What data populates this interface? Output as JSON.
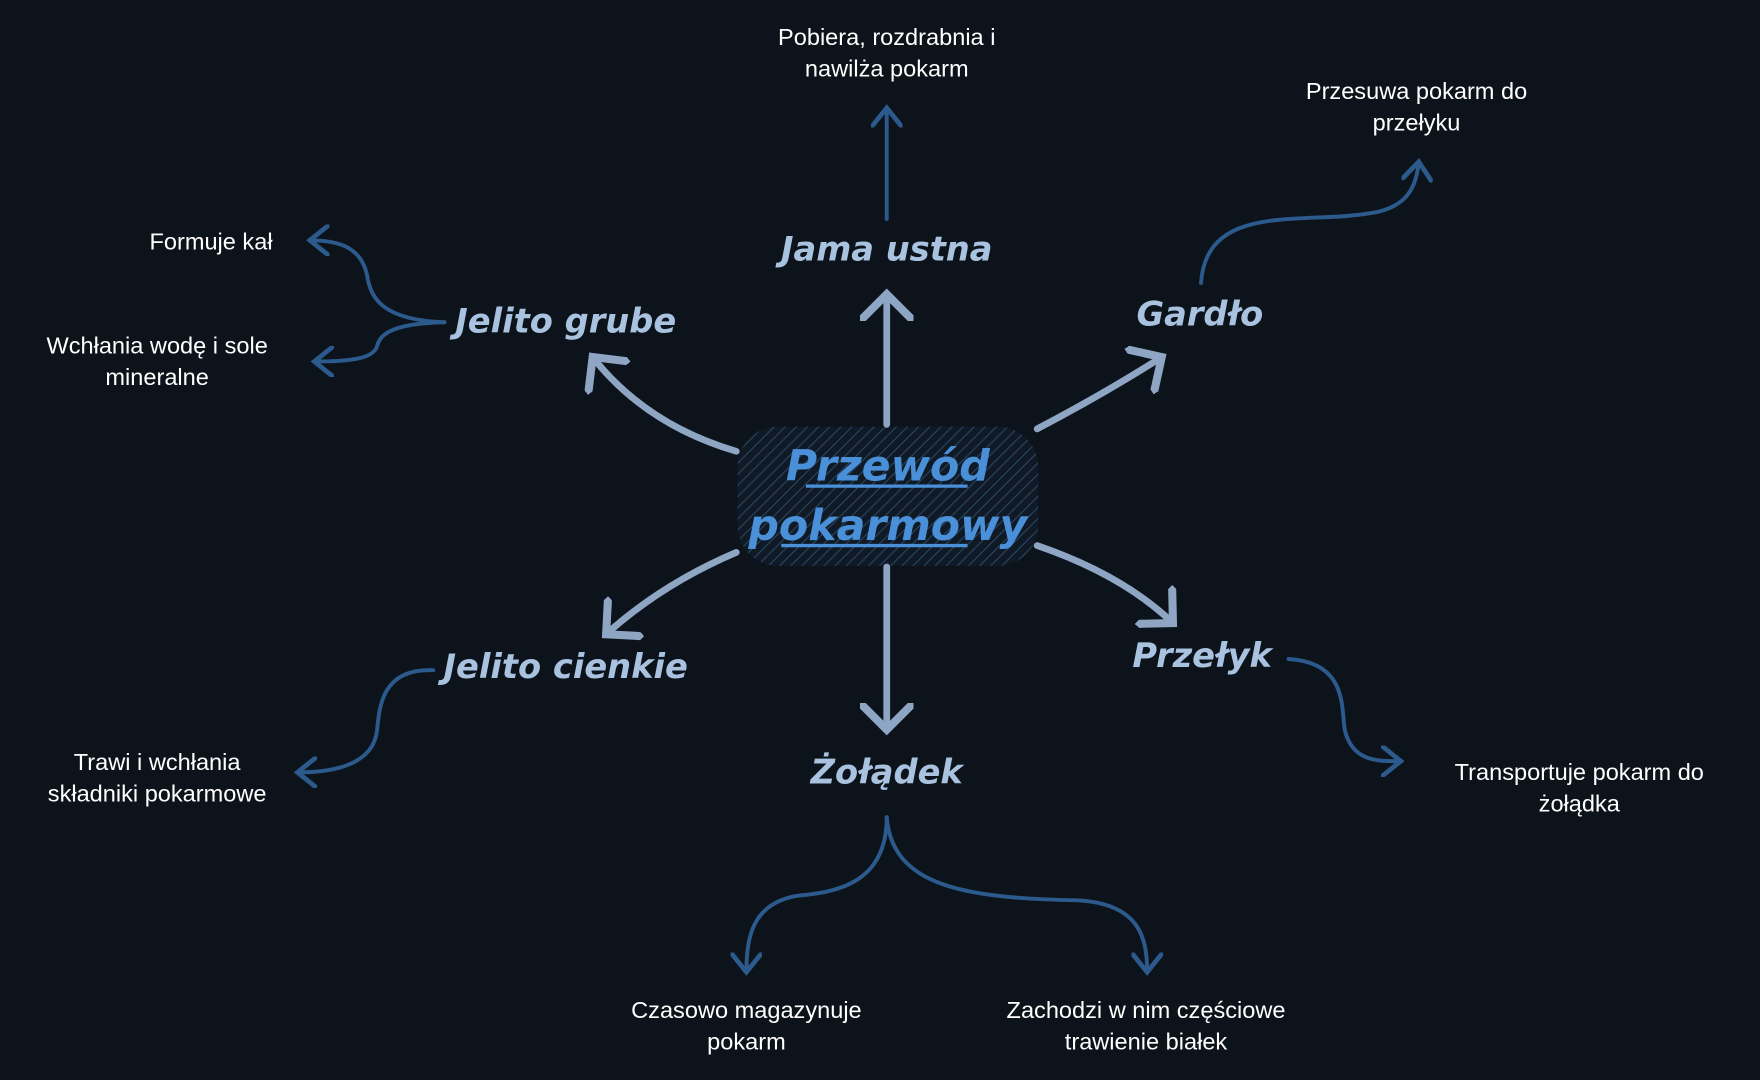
{
  "center": {
    "lines": [
      "Przewód",
      "pokarmowy"
    ]
  },
  "nodes": {
    "jama_ustna": {
      "label": "Jama ustna",
      "desc": [
        "Pobiera, rozdrabnia i",
        "nawilża pokarm"
      ]
    },
    "gardlo": {
      "label": "Gardło",
      "desc": [
        "Przesuwa pokarm do",
        "przełyku"
      ]
    },
    "przelyk": {
      "label": "Przełyk",
      "desc": [
        "Transportuje pokarm do",
        "żołądka"
      ]
    },
    "zoladek": {
      "label": "Żołądek",
      "desc1": [
        "Czasowo magazynuje",
        "pokarm"
      ],
      "desc2": [
        "Zachodzi w nim częściowe",
        "trawienie białek"
      ]
    },
    "jelito_cienkie": {
      "label": "Jelito cienkie",
      "desc": [
        "Trawi i wchłania",
        "składniki pokarmowe"
      ]
    },
    "jelito_grube": {
      "label": "Jelito grube",
      "desc1": [
        "Formuje kał"
      ],
      "desc2": [
        "Wchłania wodę i sole",
        "mineralne"
      ]
    }
  },
  "colors": {
    "background": "#0c131b",
    "main_arrow": "#8ea5c3",
    "sub_arrow": "#2c5a8c",
    "center_text": "#4a90d9",
    "node_text": "#a9c2e0"
  }
}
